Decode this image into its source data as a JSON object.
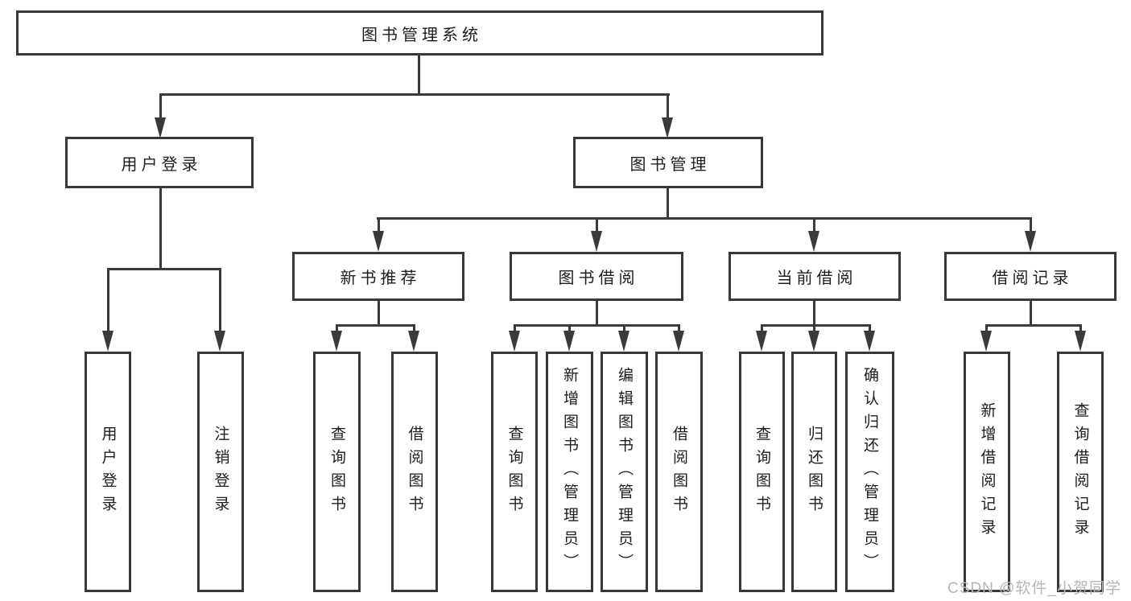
{
  "diagram_title": "图书管理系统",
  "colors": {
    "line": "#3a3a3a",
    "box_border": "#383838",
    "text": "#1d1d1d",
    "background": "#ffffff",
    "watermark": "#b6b6b6"
  },
  "watermark": {
    "text": "CSDN @软件_小贺同学"
  },
  "tree": {
    "label": "图书管理系统",
    "children": [
      {
        "label": "用户登录",
        "children": [
          {
            "label": "用户登录"
          },
          {
            "label": "注销登录"
          }
        ]
      },
      {
        "label": "图书管理",
        "children": [
          {
            "label": "新书推荐",
            "children": [
              {
                "label": "查询图书"
              },
              {
                "label": "借阅图书"
              }
            ]
          },
          {
            "label": "图书借阅",
            "children": [
              {
                "label": "查询图书"
              },
              {
                "label": "新增图书（管理员）"
              },
              {
                "label": "编辑图书（管理员）"
              },
              {
                "label": "借阅图书"
              }
            ]
          },
          {
            "label": "当前借阅",
            "children": [
              {
                "label": "查询图书"
              },
              {
                "label": "归还图书"
              },
              {
                "label": "确认归还（管理员）"
              }
            ]
          },
          {
            "label": "借阅记录",
            "children": [
              {
                "label": "新增借阅记录"
              },
              {
                "label": "查询借阅记录"
              }
            ]
          }
        ]
      }
    ]
  }
}
